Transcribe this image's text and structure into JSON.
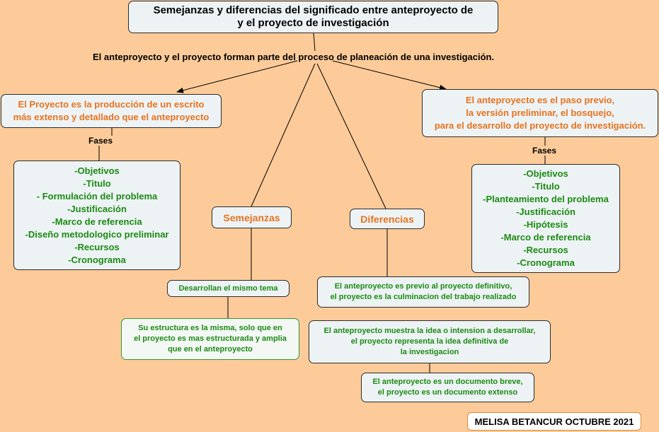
{
  "title": "Semejanzas y diferencias del  significado entre anteproyecto de\ny el proyecto de investigación",
  "subtitle": "El anteproyecto y el proyecto forman parte del proceso  de planeación de una investigación.",
  "proyecto": {
    "definition": "El Proyecto es la producción de un escrito\nmás extenso y detallado que el anteproyecto",
    "fases_label": "Fases",
    "fases": [
      "-Objetivos",
      "-Titulo",
      "- Formulación del problema",
      "-Justificación",
      "-Marco de referencia",
      "-Diseño metodologico preliminar",
      "-Recursos",
      "-Cronograma"
    ]
  },
  "anteproyecto": {
    "definition": "El anteproyecto es el paso previo,\nla versión preliminar, el bosquejo,\npara el desarrollo del proyecto de investigación.",
    "fases_label": "Fases",
    "fases": [
      "-Objetivos",
      "-Titulo",
      "-Planteamiento del problema",
      "-Justificación",
      "-Hipótesis",
      "-Marco de referencia",
      "-Recursos",
      "-Cronograma"
    ]
  },
  "semejanzas": {
    "label": "Semejanzas",
    "items": [
      "Desarrollan el mismo tema",
      "Su estructura es la misma, solo que en\nel proyecto es mas estructurada y amplia\nque en el anteproyecto"
    ]
  },
  "diferencias": {
    "label": "Diferencias",
    "items": [
      "El anteproyecto es previo al proyecto definitivo,\nel proyecto es la culminacion del trabajo realizado",
      "El anteproyecto muestra la idea o intension a desarrollar,\nel proyecto representa la idea definitiva de\nla investigacion",
      "El anteproyecto es un documento breve,\nel proyecto es un documento extenso"
    ]
  },
  "author": "MELISA BETANCUR OCTUBRE 2021",
  "colors": {
    "background": "#fdcb99",
    "node_fill": "#edf3f5",
    "orange_text": "#e8721d",
    "green_text": "#1b8a12"
  }
}
